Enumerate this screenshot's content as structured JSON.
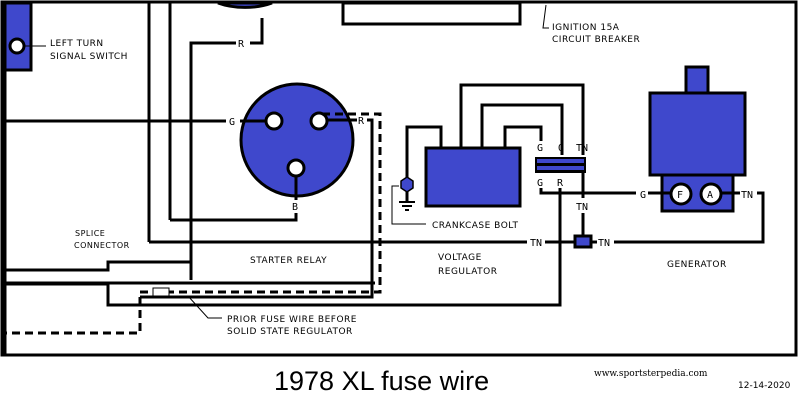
{
  "colors": {
    "component": "#3f48cc",
    "wire": "#000000",
    "background": "#ffffff"
  },
  "title": "1978 XL fuse wire",
  "website": "www.sportsterpedia.com",
  "date": "12-14-2020",
  "components": {
    "left_turn_signal_switch": {
      "label_line1": "LEFT TURN",
      "label_line2": "SIGNAL SWITCH"
    },
    "ignition_breaker": {
      "label_line1": "IGNITION 15A",
      "label_line2": "CIRCUIT BREAKER"
    },
    "starter_relay": {
      "label": "STARTER RELAY",
      "terminals": {
        "g": "G",
        "r": "R",
        "b": "B",
        "r_top": "R"
      }
    },
    "voltage_regulator": {
      "label_line1": "VOLTAGE",
      "label_line2": "REGULATOR",
      "connector_top": [
        "G",
        "O",
        "TN"
      ],
      "connector_bottom": [
        "G",
        "R"
      ],
      "tn_below": "TN",
      "crankcase_bolt": "CRANKCASE BOLT"
    },
    "generator": {
      "label": "GENERATOR",
      "terminal_f": "F",
      "terminal_a": "A",
      "wire_g": "G",
      "wire_tn": "TN"
    },
    "splice_connector": {
      "label_line1": "SPLICE",
      "label_line2": "CONNECTOR",
      "wire_left": "TN",
      "wire_right": "TN"
    },
    "fuse_note": {
      "label_line1": "PRIOR FUSE WIRE BEFORE",
      "label_line2": "SOLID STATE REGULATOR"
    }
  }
}
